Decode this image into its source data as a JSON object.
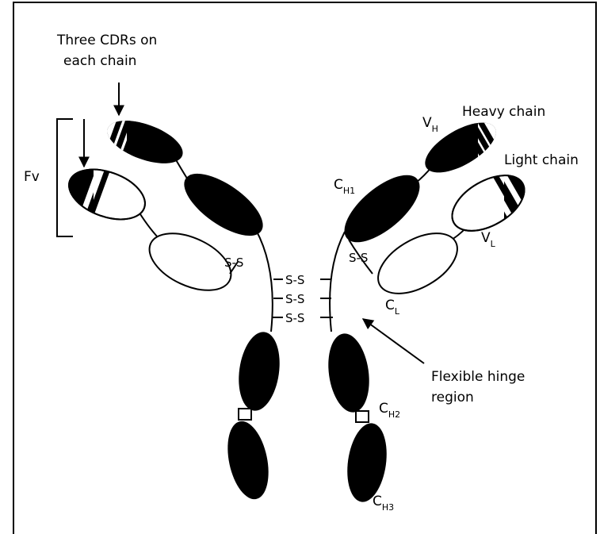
{
  "title_note": {
    "line1": "Three CDRs on",
    "line2": "each chain"
  },
  "labels": {
    "fv": "Fv",
    "heavy_chain": "Heavy chain",
    "light_chain": "Light chain",
    "vh_main": "V",
    "vh_sub": "H",
    "vl_main": "V",
    "vl_sub": "L",
    "ch1_main": "C",
    "ch1_sub": "H1",
    "cl_main": "C",
    "cl_sub": "L",
    "ch2_main": "C",
    "ch2_sub": "H2",
    "ch3_main": "C",
    "ch3_sub": "H3",
    "hinge_line1": "Flexible hinge",
    "hinge_line2": "region"
  },
  "disulfide": {
    "left_arm": "S-S",
    "right_arm": "S-S",
    "hinge": [
      "S-S",
      "S-S",
      "S-S"
    ]
  },
  "colors": {
    "heavy_domain": "#000000",
    "light_domain": "#ffffff",
    "outline": "#000000"
  }
}
